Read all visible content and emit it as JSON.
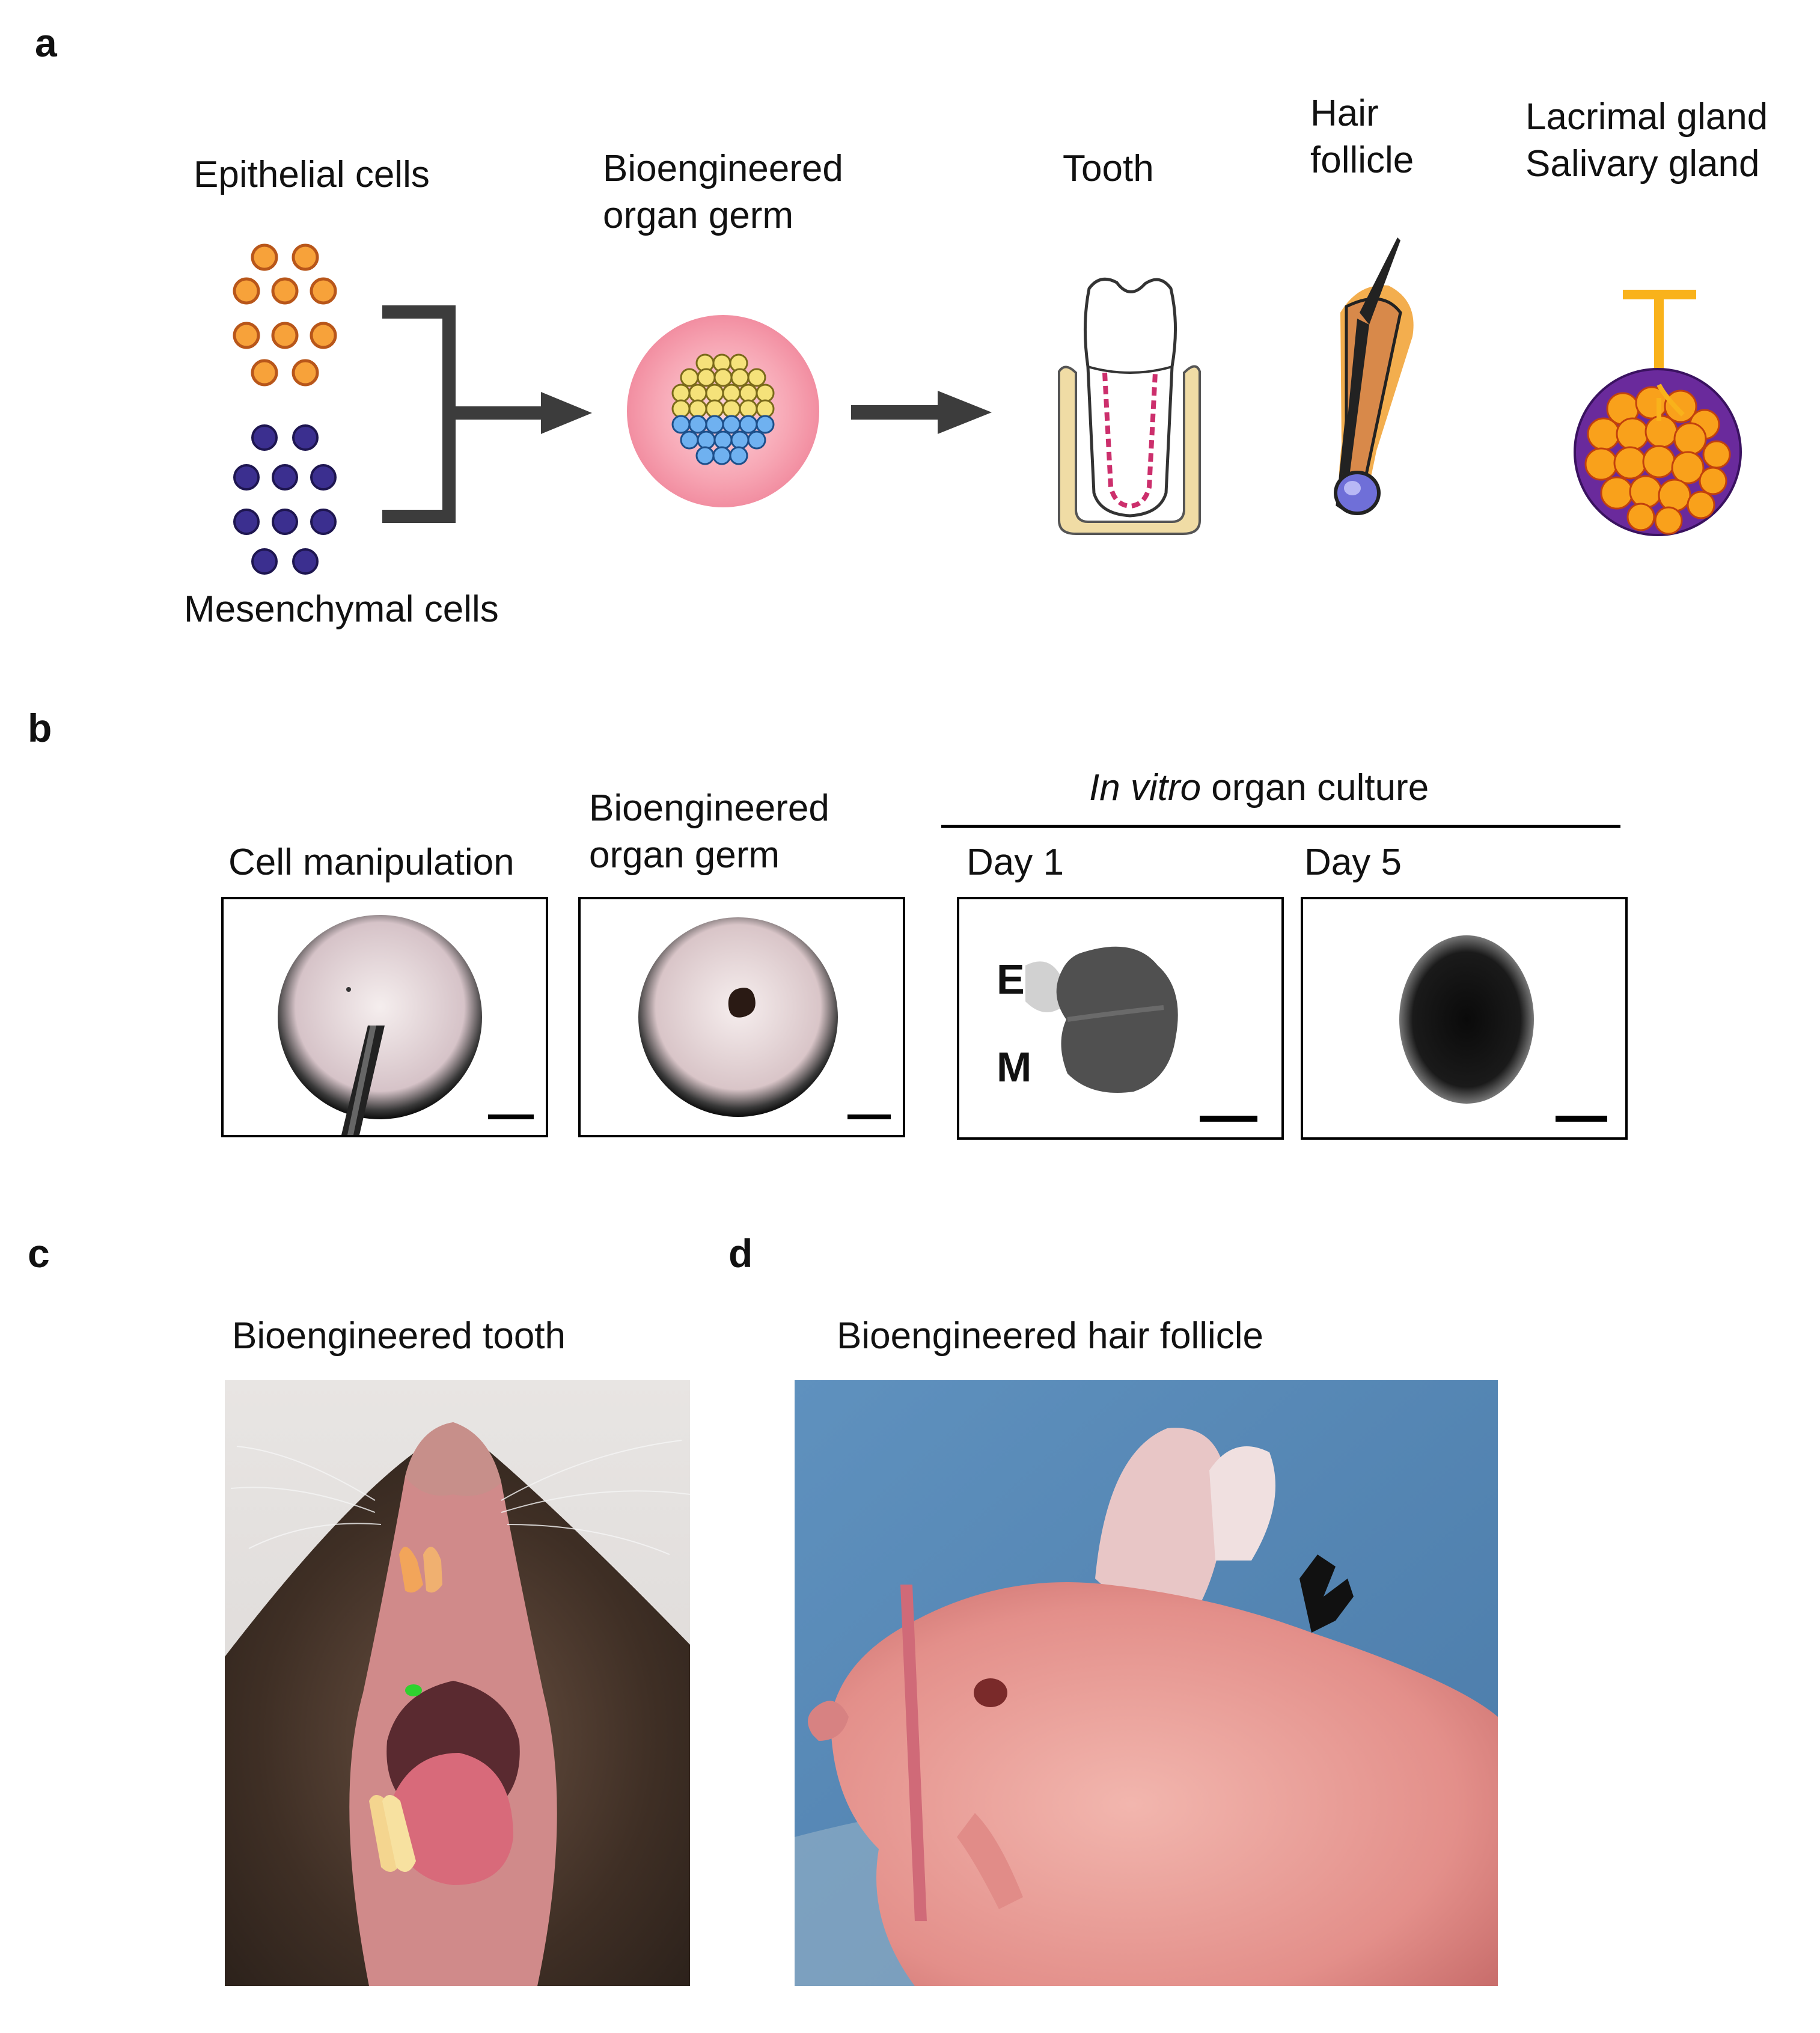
{
  "panels": {
    "a": {
      "letter": "a",
      "epithelial_label": "Epithelial cells",
      "mesenchymal_label": "Mesenchymal cells",
      "germ_label_line1": "Bioengineered",
      "germ_label_line2": "organ germ",
      "tooth_label": "Tooth",
      "hair_label_line1": "Hair",
      "hair_label_line2": "follicle",
      "gland_label_line1": "Lacrimal gland",
      "gland_label_line2": "Salivary gland"
    },
    "b": {
      "letter": "b",
      "cell_manipulation_label": "Cell manipulation",
      "germ_label_line1": "Bioengineered",
      "germ_label_line2": "organ germ",
      "culture_title_italic": "In vitro",
      "culture_title_rest": " organ culture",
      "day1_label": "Day 1",
      "day5_label": "Day 5",
      "marker_e": "E",
      "marker_m": "M"
    },
    "c": {
      "letter": "c",
      "title": "Bioengineered tooth"
    },
    "d": {
      "letter": "d",
      "title": "Bioengineered hair follicle"
    }
  },
  "colors": {
    "epithelial_cell": "#f7a23a",
    "mesenchymal_cell": "#3b2f8f",
    "germ_halo": "#f7a6b4",
    "germ_yellow": "#f5e27a",
    "germ_blue": "#6fb1f0",
    "arrow": "#3c3c3c",
    "gland_purple": "#6a2a9c",
    "gland_orange": "#f9a11b"
  }
}
